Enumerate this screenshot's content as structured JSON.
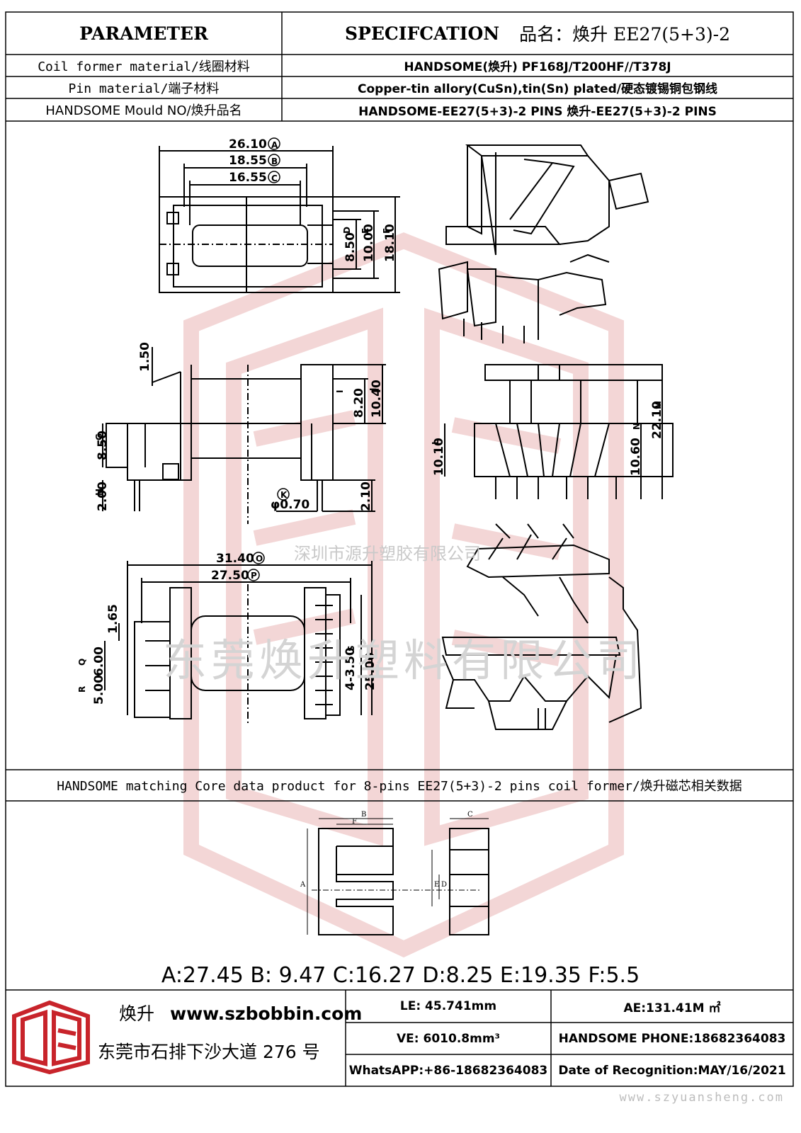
{
  "header": {
    "parameter": "PARAMETER",
    "specification": "SPECIFCATION",
    "product_name": "品名：焕升 EE27(5+3)-2"
  },
  "spec_rows": [
    {
      "label": "Coil former material/线圈材料",
      "value": "HANDSOME(焕升)   PF168J/T200HF//T378J"
    },
    {
      "label": "Pin material/端子材料",
      "value": "Copper-tin allory(CuSn),tin(Sn) plated/硬态镀锡铜包钢线"
    },
    {
      "label": "HANDSOME Mould NO/焕升品名",
      "value": "HANDSOME-EE27(5+3)-2 PINS    焕升-EE27(5+3)-2 PINS"
    }
  ],
  "drawing": {
    "top_view": {
      "dim_a": "26.10",
      "dim_b": "18.55",
      "dim_c": "16.55",
      "dim_d": "8.50",
      "dim_e": "10.00",
      "dim_f": "18.10"
    },
    "side_view": {
      "dim_150": "1.50",
      "dim_g": "8.50",
      "dim_h": "2.00",
      "dim_i": "8.20",
      "dim_j": "10.40",
      "dim_k": "φ0.70",
      "dim_210": "2.10"
    },
    "front_view": {
      "dim_l": "10.10",
      "dim_m": "22.10",
      "dim_n": "10.60"
    },
    "bottom_view": {
      "dim_o": "31.40",
      "dim_p": "27.50",
      "dim_165": "1.65",
      "dim_q": "6.00",
      "dim_r": "5.00",
      "dim_s": "4-3.50",
      "dim_t": "25.00"
    },
    "labels": {
      "a": "A",
      "b": "B",
      "c": "C",
      "d": "D",
      "e": "E",
      "f": "F",
      "g": "G",
      "h": "H",
      "i": "I",
      "j": "J",
      "k": "K",
      "l": "L",
      "m": "M",
      "n": "N",
      "o": "O",
      "p": "P",
      "q": "Q",
      "r": "R",
      "s": "S",
      "t": "T"
    },
    "watermark_company_1": "深圳市源升塑胶有限公司",
    "watermark_company_2": "东莞焕升塑料有限公司"
  },
  "matching": {
    "text": "HANDSOME matching Core data  product for 8-pins EE27(5+3)-2 pins coil former/焕升磁芯相关数据"
  },
  "core": {
    "labels": {
      "a": "A",
      "b": "B",
      "c": "C",
      "d": "D",
      "e": "E",
      "f": "F"
    },
    "values": "A:27.45 B: 9.47 C:16.27 D:8.25 E:19.35 F:5.5"
  },
  "footer": {
    "brand": "焕升",
    "website": "www.szbobbin.com",
    "address": "东莞市石排下沙大道 276 号",
    "le": "LE: 45.741mm",
    "ae": "AE:131.41M ㎡",
    "ve": "VE: 6010.8mm³",
    "phone": "HANDSOME PHONE:18682364083",
    "whatsapp": "WhatsAPP:+86-18682364083",
    "date": "Date of Recognition:MAY/16/2021",
    "url_watermark": "www.szyuansheng.com"
  },
  "colors": {
    "logo_red": "#c8242b",
    "watermark_red": "#f1d3d3",
    "line": "#000000"
  }
}
